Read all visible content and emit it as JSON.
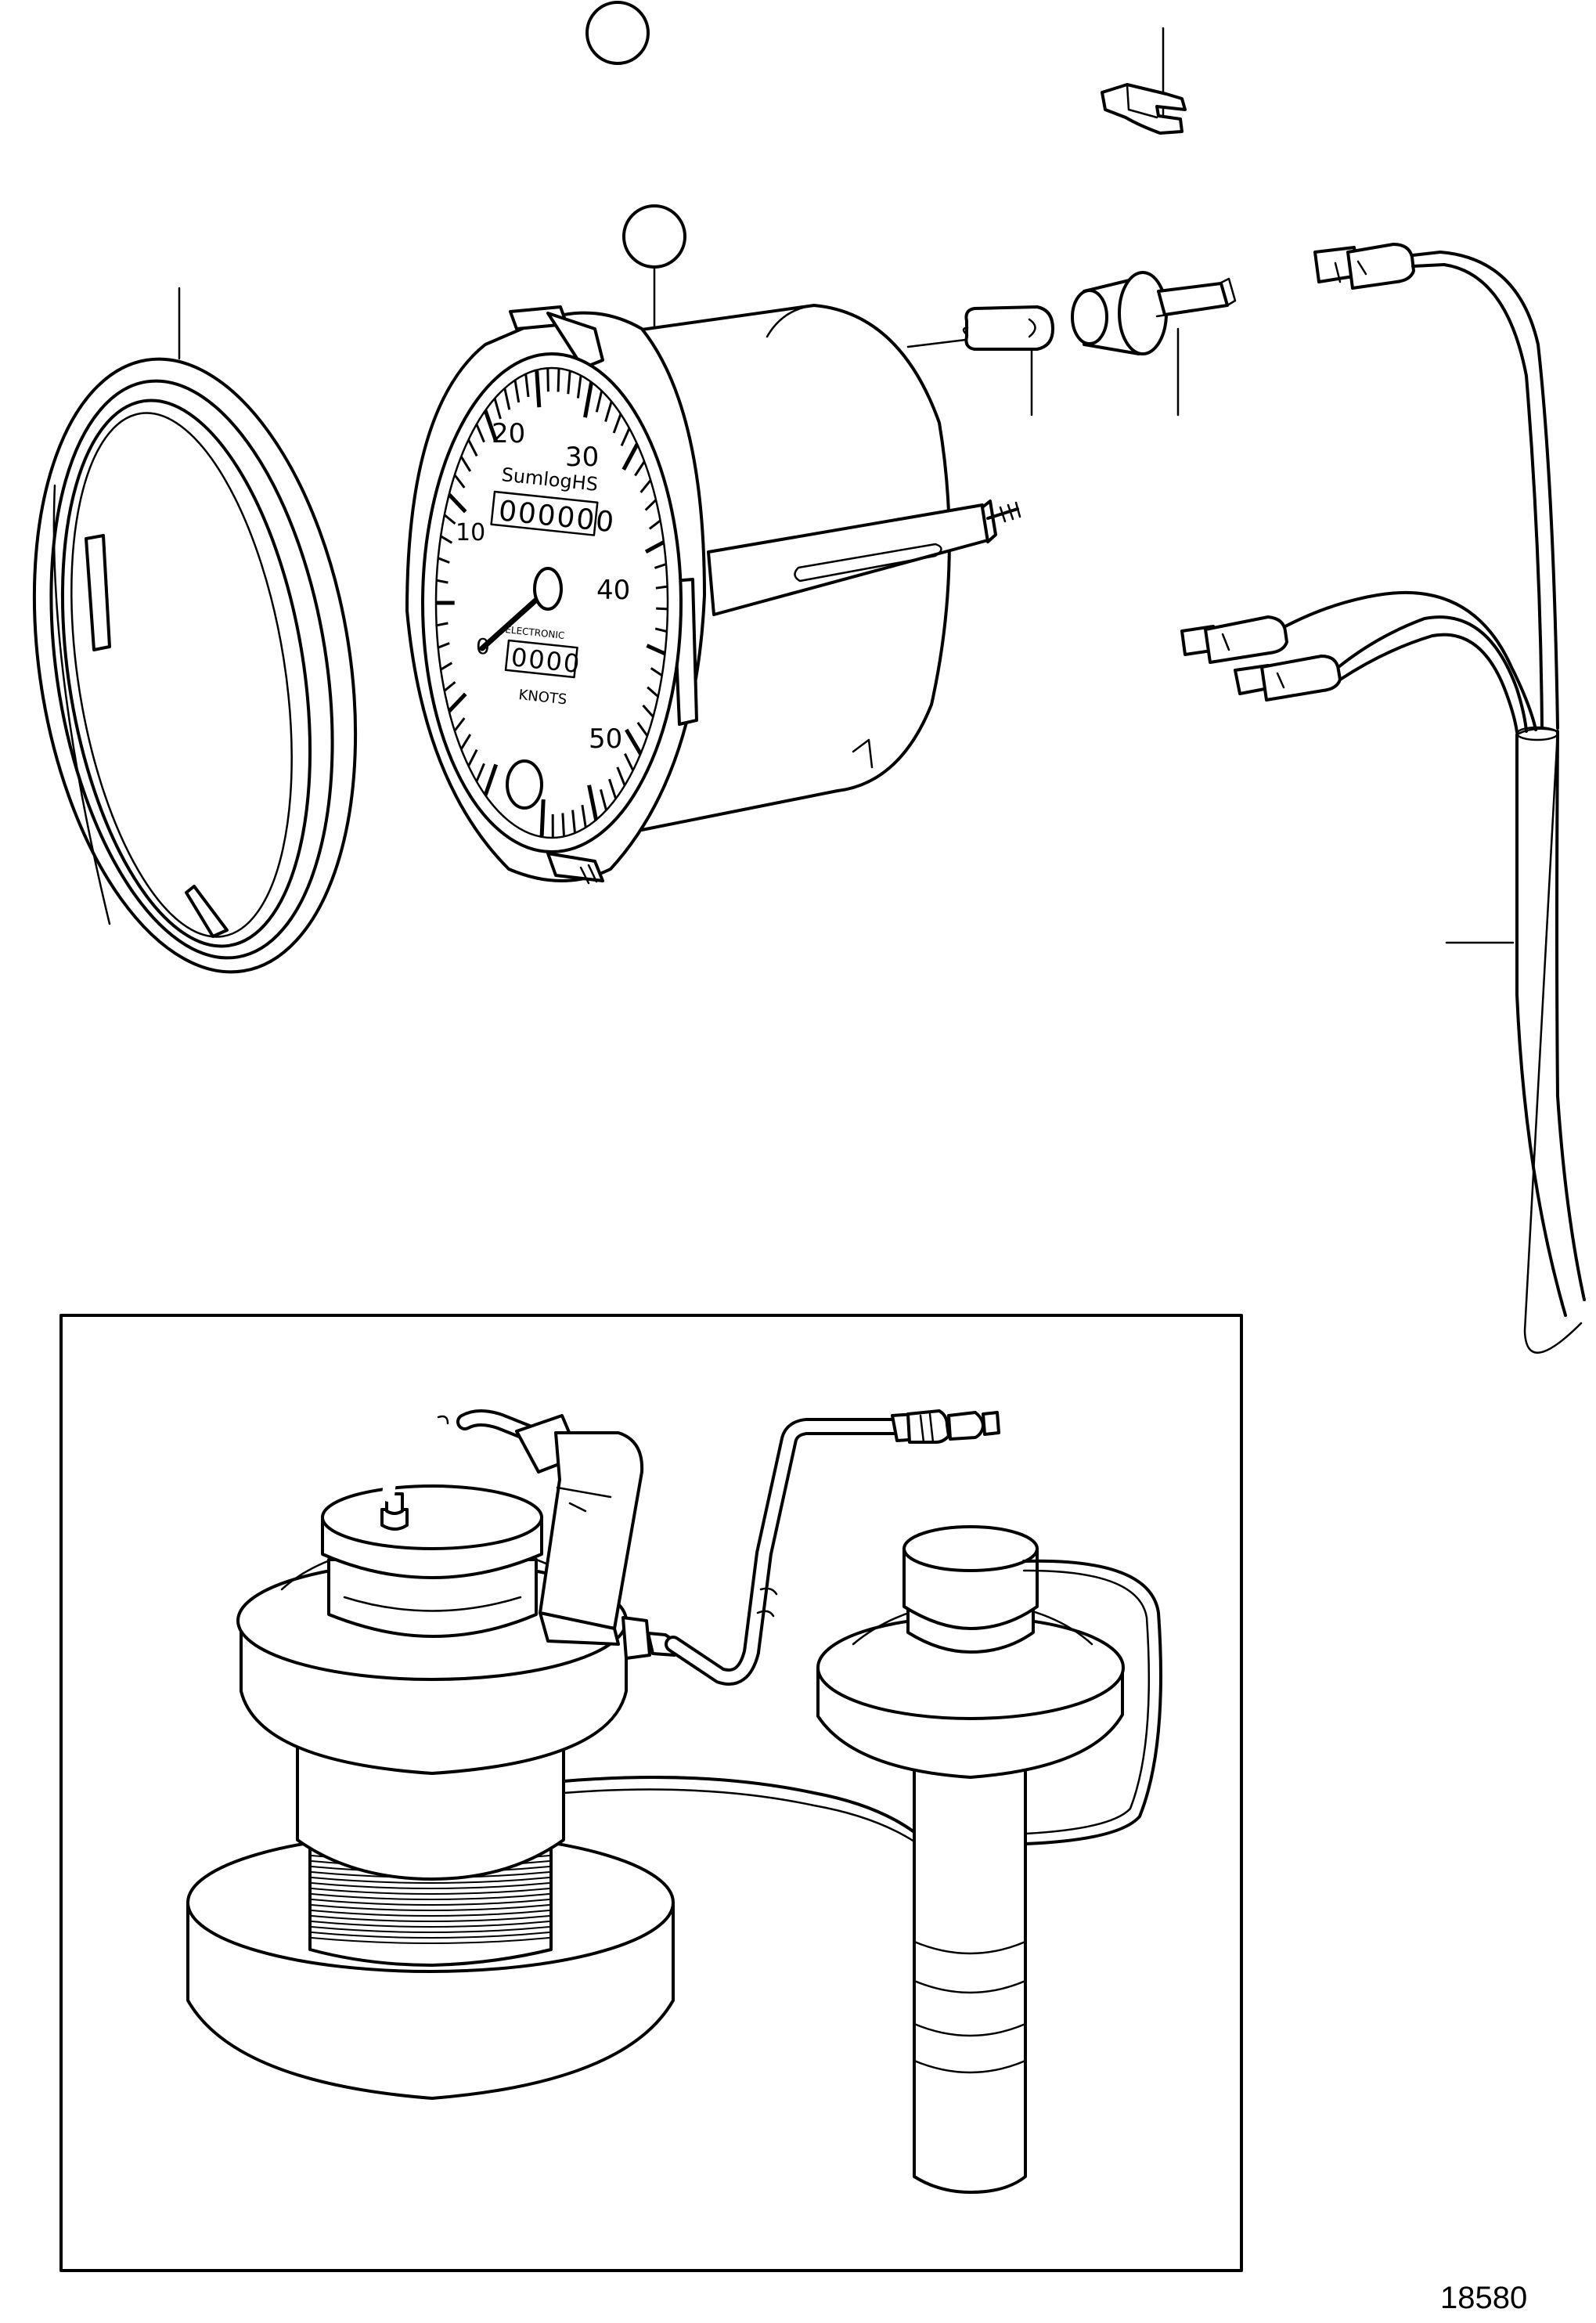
{
  "figure": {
    "number": "18580"
  },
  "gauge": {
    "scale_labels": [
      "0",
      "10",
      "20",
      "30",
      "40",
      "50"
    ],
    "brand": "SumlogHS",
    "odometer": "000000",
    "trip_label": "ELECTRONIC",
    "trip": "0000",
    "unit": "KNOTS"
  }
}
